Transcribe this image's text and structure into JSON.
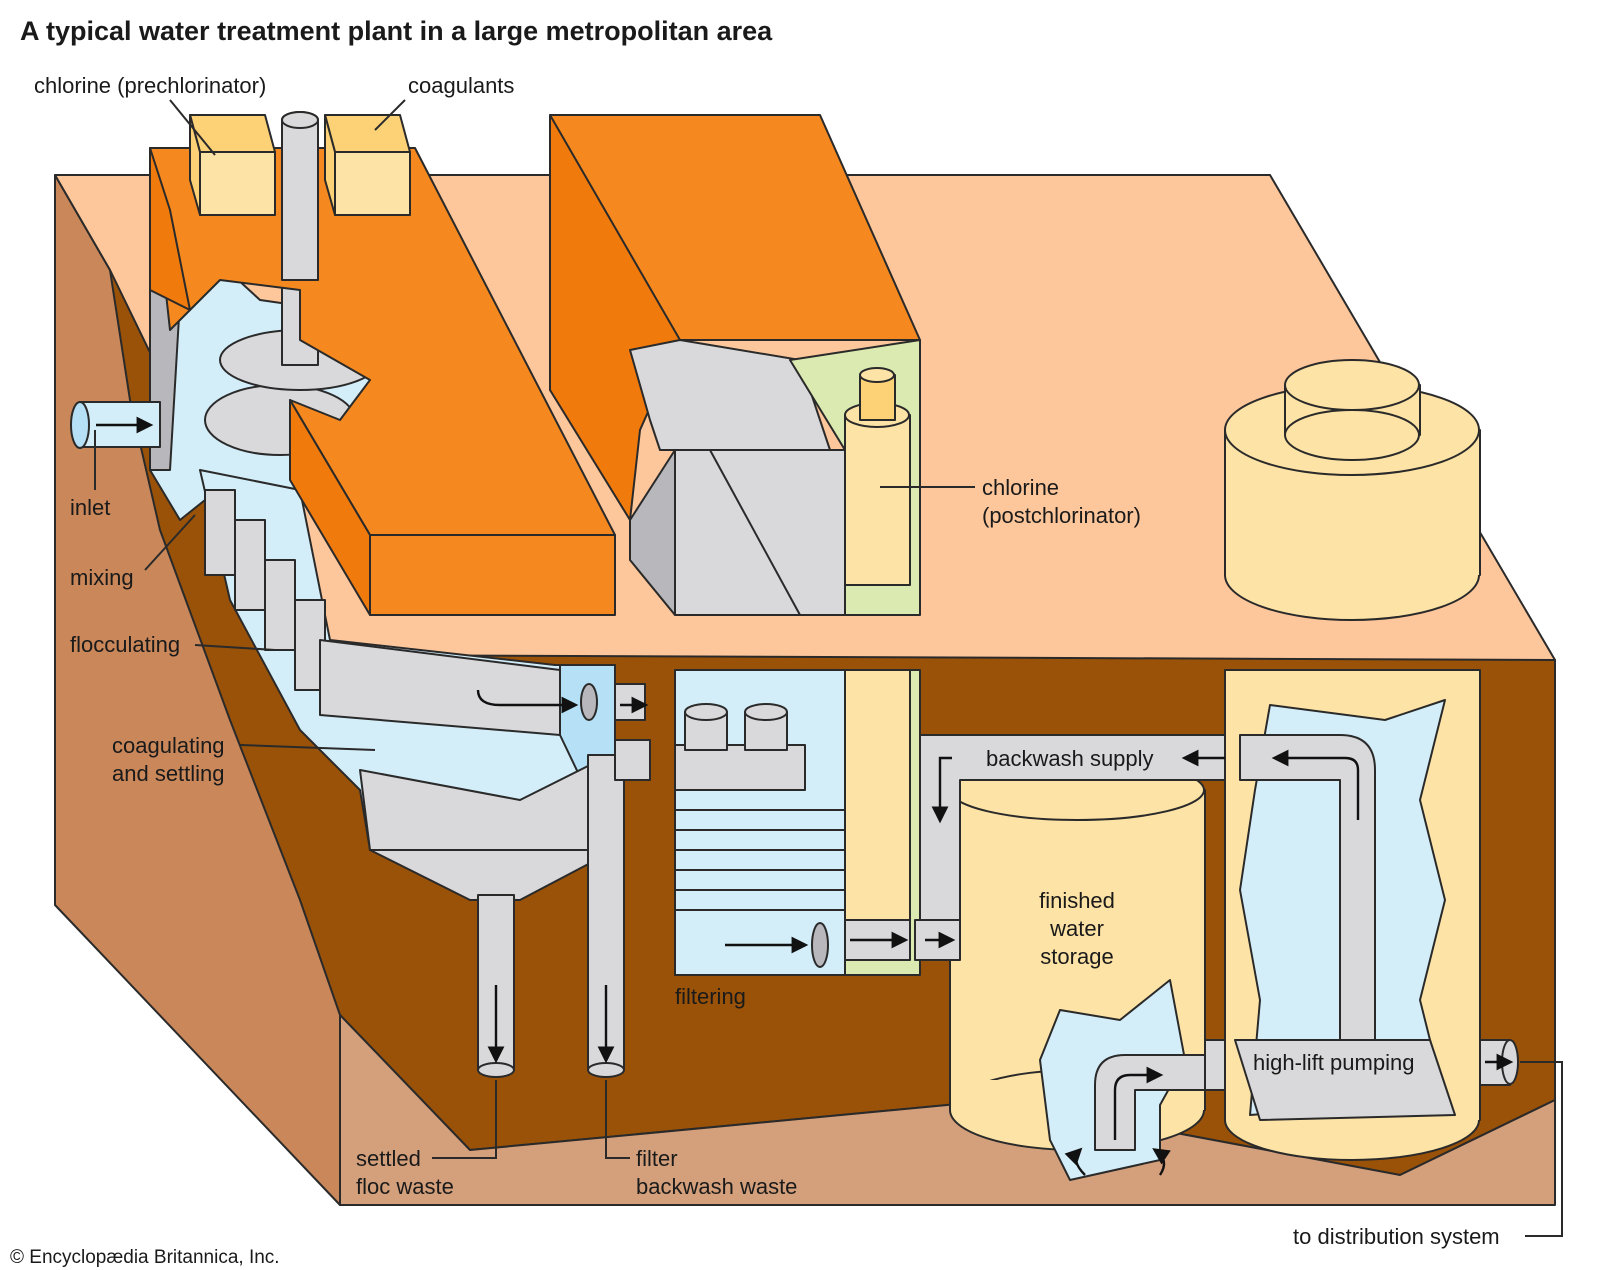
{
  "title": "A typical water treatment plant in a large metropolitan area",
  "labels": {
    "chlorine_pre": "chlorine (prechlorinator)",
    "coagulants": "coagulants",
    "inlet": "inlet",
    "mixing": "mixing",
    "flocculating": "flocculating",
    "coagulating_line1": "coagulating",
    "coagulating_line2": "and settling",
    "chlorine_post_line1": "chlorine",
    "chlorine_post_line2": "(postchlorinator)",
    "backwash_supply": "backwash supply",
    "finished_line1": "finished",
    "finished_line2": "water",
    "finished_line3": "storage",
    "filtering": "filtering",
    "high_lift": "high-lift pumping",
    "settled_line1": "settled",
    "settled_line2": "floc waste",
    "filter_line1": "filter",
    "filter_line2": "backwash waste",
    "distribution": "to distribution system"
  },
  "copyright": "© Encyclopædia Britannica, Inc.",
  "colors": {
    "ground_dark": "#9a5208",
    "ground_light": "#c9875a",
    "ground_floor": "#d4a07c",
    "slab_top": "#fdc79b",
    "orange_top": "#f5891f",
    "orange_side": "#f07a0c",
    "water": "#d4eef9",
    "water_dark": "#b5e0f5",
    "gray": "#d9d9db",
    "gray_dark": "#b8b8bc",
    "yellow": "#fde3a6",
    "yellow_dark": "#fdd175",
    "green": "#dbeab0",
    "cream": "#fee3a3"
  }
}
